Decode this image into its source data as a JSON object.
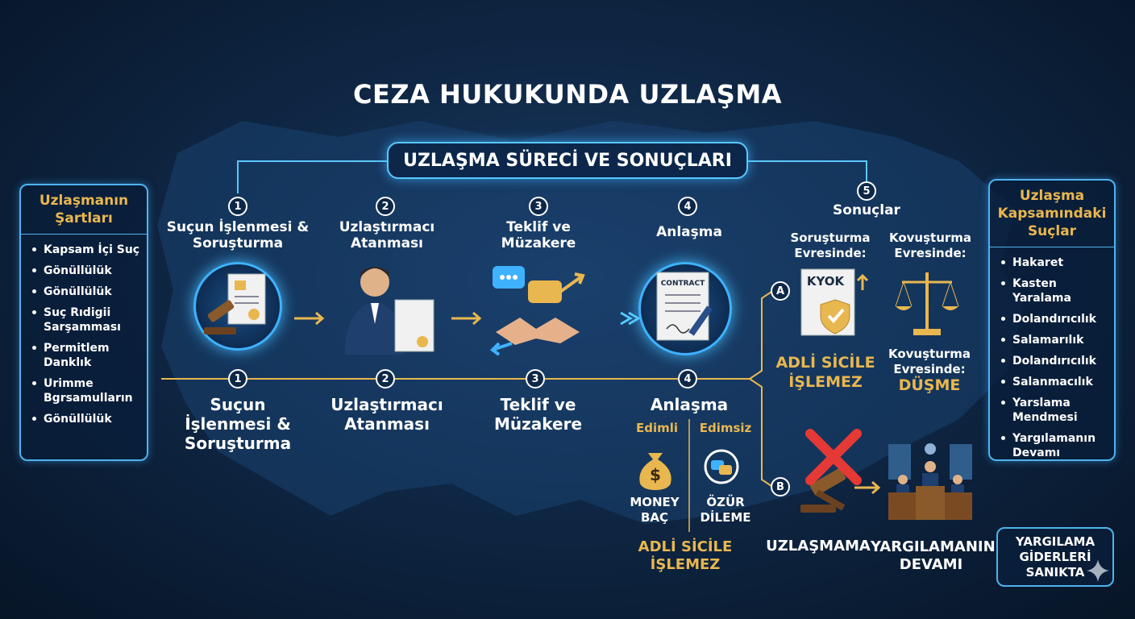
{
  "title": "CEZA HUKUKUNDA UZLAŞMA",
  "subtitle": "UZLAŞMA SÜRECİ VE SONUÇLARI",
  "left_panel": {
    "heading": [
      "Uzlaşmanın",
      "Şartları"
    ],
    "items": [
      "Kapsam İçi Suç",
      "Gönüllülük",
      "Gönüllülük",
      "Suç Rıdigii Sarşamması",
      "Permitlem Danklık",
      "Urimme Bgrsamulların",
      "Gönüllülük"
    ]
  },
  "right_panel": {
    "heading": [
      "Uzlaşma",
      "Kapsamındaki",
      "Suçlar"
    ],
    "items": [
      "Hakaret",
      "Kasten Yaralama",
      "Dolandırıcılık",
      "Salamarılık",
      "Dolandırıcılık",
      "Salanmacılık",
      "Yarslama Mendmesi",
      "Yargılamanın Devamı"
    ]
  },
  "top_steps": [
    {
      "num": "1",
      "label": "Suçun İşlenmesi & Soruşturma"
    },
    {
      "num": "2",
      "label": "Uzlaştırmacı Atanması"
    },
    {
      "num": "3",
      "label": "Teklif ve Müzakere"
    },
    {
      "num": "4",
      "label": "Anlaşma"
    },
    {
      "num": "5",
      "label": "Sonuçlar"
    }
  ],
  "bottom_steps": [
    {
      "num": "1",
      "label": "Suçun İşlenmesi & Soruşturma"
    },
    {
      "num": "2",
      "label": "Uzlaştırmacı Atanması"
    },
    {
      "num": "3",
      "label": "Teklif ve Müzakere"
    },
    {
      "num": "4",
      "label": "Anlaşma"
    }
  ],
  "contract_label": "CONTRACT",
  "edimli": "Edimli",
  "edimsiz": "Edimsiz",
  "money": [
    "MONEY",
    "BAÇ"
  ],
  "ozur": [
    "ÖZÜR",
    "DİLEME"
  ],
  "adli_bottom": [
    "ADLİ SİCİLE",
    "İŞLEMEZ"
  ],
  "result_a": {
    "letter": "A",
    "sorusturma": [
      "Soruşturma",
      "Evresinde:"
    ],
    "kovusturma": [
      "Kovuşturma",
      "Evresinde:"
    ],
    "kyok": "KYOK",
    "adli": [
      "ADLİ SİCİLE",
      "İŞLEMEZ"
    ],
    "kovusturma2": [
      "Kovuşturma",
      "Evresinde:"
    ],
    "dusme": "DÜŞME"
  },
  "result_b": {
    "letter": "B",
    "uzlasmama": "UZLAŞMAMA",
    "devam": [
      "YARGILAMANIN",
      "DEVAMI"
    ]
  },
  "corner": [
    "YARGILAMA",
    "GİDERLERİ",
    "SANIKTA"
  ],
  "colors": {
    "accent": "#3fb2ff",
    "gold": "#e9b74f",
    "background": "#0f2745",
    "red": "#e53935"
  }
}
